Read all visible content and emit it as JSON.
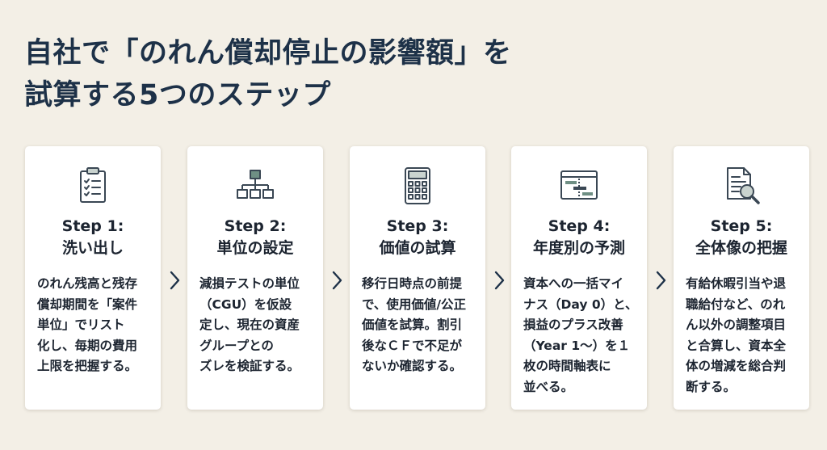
{
  "title": {
    "line1": "自社で「のれん償却停止の影響額」を",
    "line2": "試算する5つのステップ"
  },
  "steps": [
    {
      "step": "Step 1:",
      "name": "洗い出し",
      "icon": "clipboard-checklist-icon",
      "lines": [
        "のれん残高と残存",
        "償却期間を「案件",
        "単位」でリスト",
        "化し、毎期の費用",
        "上限を把握する。"
      ]
    },
    {
      "step": "Step 2:",
      "name": "単位の設定",
      "icon": "hierarchy-icon",
      "lines": [
        "減損テストの単位",
        "（CGU）を仮設",
        "定し、現在の資産",
        "グループとの",
        "ズレを検証する。"
      ]
    },
    {
      "step": "Step 3:",
      "name": "価値の試算",
      "icon": "calculator-icon",
      "lines": [
        "移行日時点の前提",
        "で、使用価値/公正",
        "価値を試算。割引",
        "後なＣＦで不足が",
        "ないか確認する。"
      ]
    },
    {
      "step": "Step 4:",
      "name": "年度別の予測",
      "icon": "timeline-chart-icon",
      "lines": [
        "資本への一括マイ",
        "ナス（Day 0）と、",
        "損益のプラス改善",
        "（Year 1〜）を１",
        "枚の時間軸表に",
        "並べる。"
      ]
    },
    {
      "step": "Step 5:",
      "name": "全体像の把握",
      "icon": "document-magnifier-icon",
      "lines": [
        "有給休暇引当や退",
        "職給付など、のれ",
        "ん以外の調整項目",
        "と合算し、資本全",
        "体の増減を総合判",
        "断する。"
      ]
    }
  ],
  "colors": {
    "background": "#f3efe6",
    "title": "#1d3148",
    "card": "#ffffff",
    "icon_stroke": "#3a4754",
    "icon_accent": "#6f8f84",
    "chevron": "#1d3148"
  }
}
